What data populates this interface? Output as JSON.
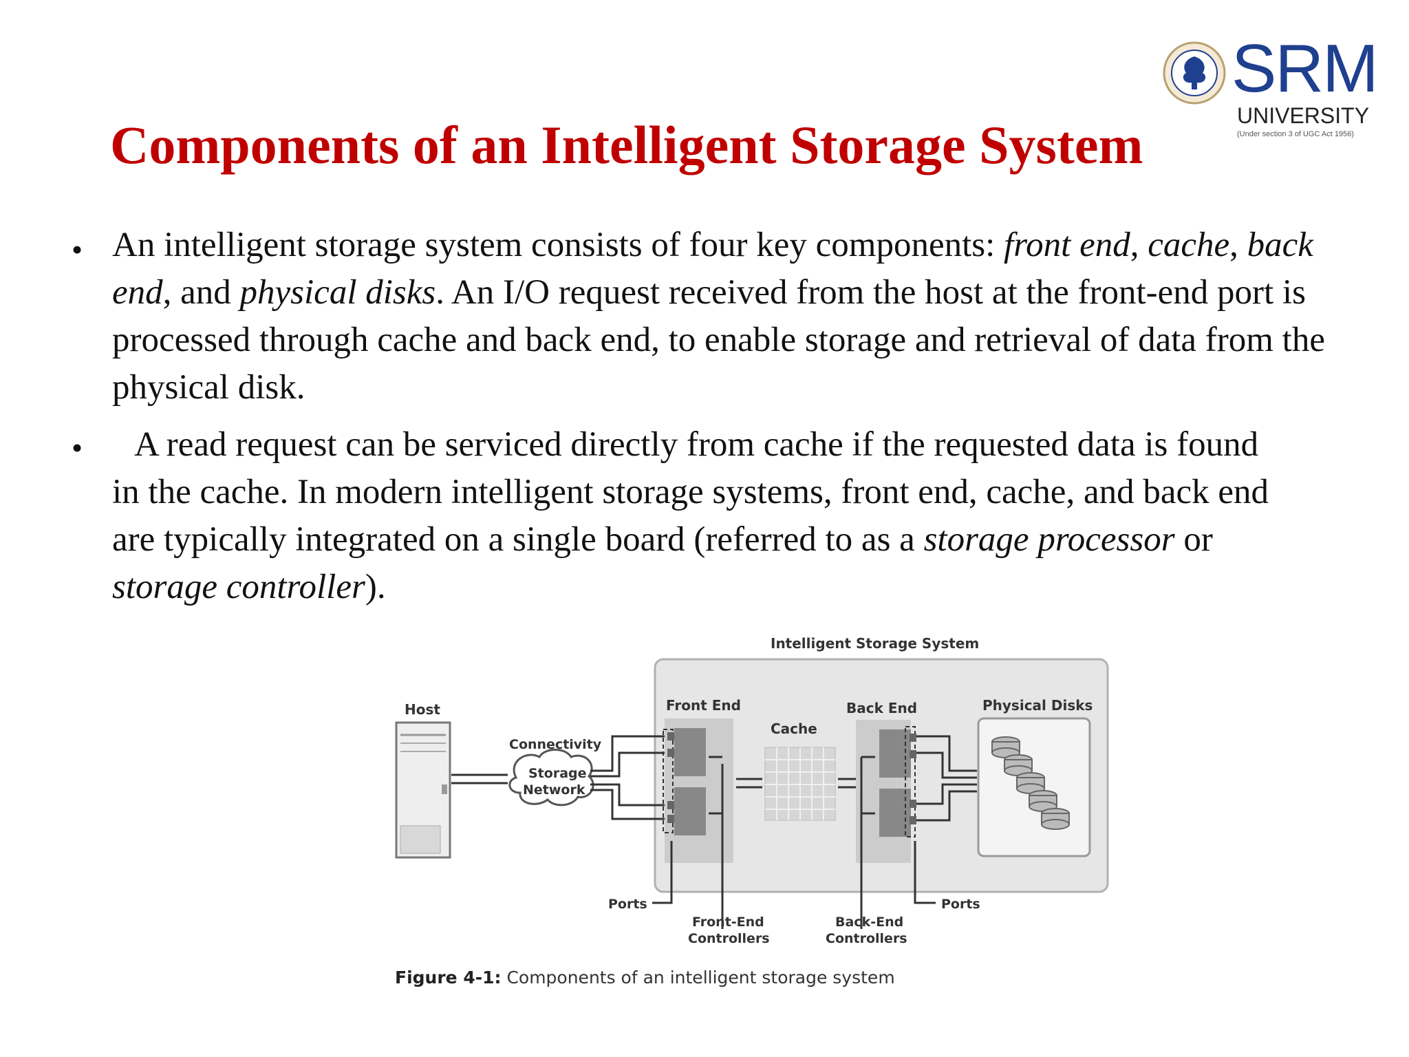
{
  "logo": {
    "name": "SRM",
    "subtitle": "UNIVERSITY",
    "note": "(Under section 3 of UGC Act 1956)",
    "seal_icon": "university-seal-icon"
  },
  "title": "Components of an Intelligent Storage System",
  "bullets": [
    {
      "marker": "•",
      "parts": [
        {
          "t": "An intelligent storage system consists of four key components: ",
          "i": false
        },
        {
          "t": "front end",
          "i": true
        },
        {
          "t": ", ",
          "i": false
        },
        {
          "t": "cache",
          "i": true
        },
        {
          "t": ", ",
          "i": false
        },
        {
          "t": "back end",
          "i": true
        },
        {
          "t": ", and ",
          "i": false
        },
        {
          "t": "physical disks",
          "i": true
        },
        {
          "t": ". An I/O request received from the host at the front-end port is processed through cache and back end, to enable storage and retrieval of data from the physical disk.",
          "i": false
        }
      ]
    },
    {
      "marker": "•",
      "parts": [
        {
          "t": "A read request can be serviced directly from cache if the requested data is found in the cache. In modern intelligent storage systems, front end, cache, and back end are typically integrated on a single board (referred to as a ",
          "i": false
        },
        {
          "t": "storage processor",
          "i": true
        },
        {
          "t": " or ",
          "i": false
        },
        {
          "t": "storage controller",
          "i": true
        },
        {
          "t": ").",
          "i": false
        }
      ]
    }
  ],
  "figure": {
    "system_label": "Intelligent  Storage  System",
    "host": "Host",
    "connectivity": "Connectivity",
    "network_line1": "Storage",
    "network_line2": "Network",
    "front_end": "Front  End",
    "cache": "Cache",
    "back_end": "Back End",
    "physical_disks": "Physical  Disks",
    "ports_left": "Ports",
    "ports_right": "Ports",
    "fe_ctrl_line1": "Front-End",
    "fe_ctrl_line2": "Controllers",
    "be_ctrl_line1": "Back-End",
    "be_ctrl_line2": "Controllers",
    "caption_label": "Figure 4-1:",
    "caption_text": " Components of an intelligent  storage system"
  }
}
